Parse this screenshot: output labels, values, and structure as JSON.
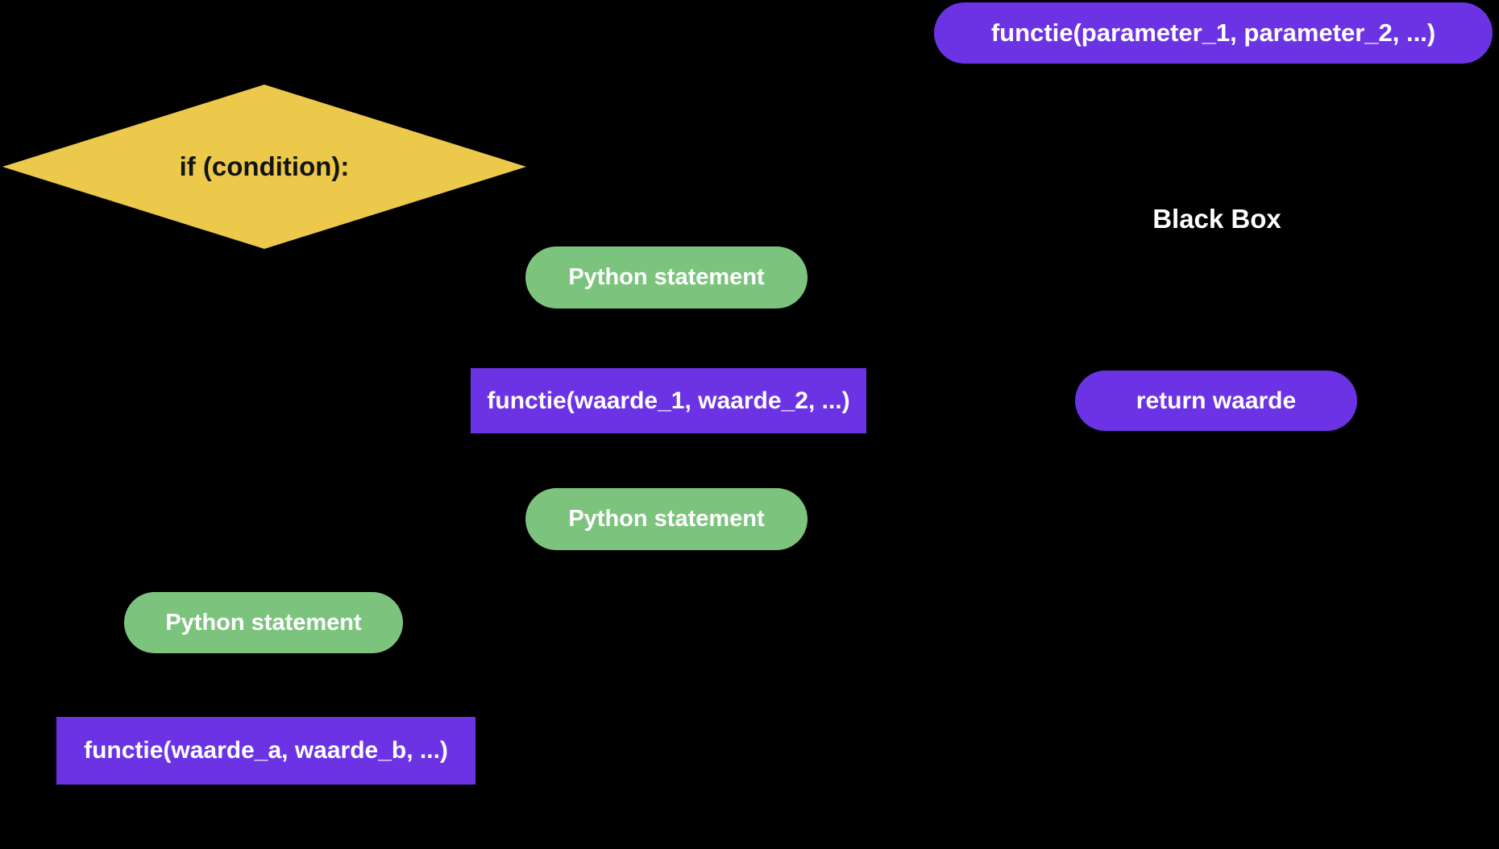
{
  "colors": {
    "background": "#000000",
    "purple": "#6C33E4",
    "green": "#7CC47D",
    "yellow": "#ECC94B",
    "text_on_color": "#FFFFFF",
    "text_on_yellow": "#141414",
    "text_on_background": "#FFFFFF"
  },
  "diagram": {
    "function_call_top": {
      "label": "functie(parameter_1, parameter_2, ...)",
      "shape": "pill",
      "color": "purple"
    },
    "condition_diamond": {
      "label": "if (condition):",
      "shape": "diamond",
      "color": "yellow"
    },
    "black_box": {
      "label": "Black Box"
    },
    "statement_upper": {
      "label": "Python statement",
      "shape": "pill",
      "color": "green"
    },
    "function_call_values_1": {
      "label": "functie(waarde_1, waarde_2, ...)",
      "shape": "rectangle",
      "color": "purple"
    },
    "return_value": {
      "label": "return waarde",
      "shape": "pill",
      "color": "purple"
    },
    "statement_lower": {
      "label": "Python statement",
      "shape": "pill",
      "color": "green"
    },
    "statement_left": {
      "label": "Python statement",
      "shape": "pill",
      "color": "green"
    },
    "function_call_values_2": {
      "label": "functie(waarde_a, waarde_b, ...)",
      "shape": "rectangle",
      "color": "purple"
    }
  }
}
